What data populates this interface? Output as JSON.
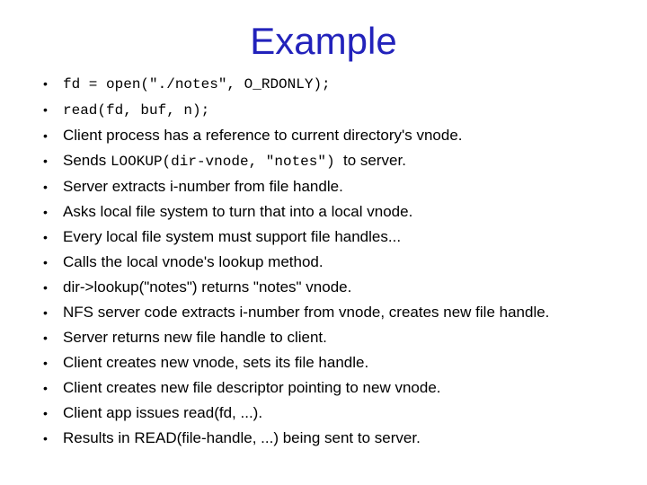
{
  "slide": {
    "title": "Example",
    "title_color": "#2222BB",
    "bullet_glyph": "•",
    "bullets": [
      {
        "segments": [
          {
            "t": "code",
            "text": "fd = open(\"./notes\", O_RDONLY);"
          }
        ]
      },
      {
        "segments": [
          {
            "t": "code",
            "text": "read(fd, buf, n);"
          }
        ]
      },
      {
        "segments": [
          {
            "t": "text",
            "text": "Client process has a reference to current directory's vnode."
          }
        ]
      },
      {
        "segments": [
          {
            "t": "text",
            "text": "Sends "
          },
          {
            "t": "code",
            "text": "LOOKUP(dir-vnode, \"notes\")"
          },
          {
            "t": "text",
            "text": "  to server."
          }
        ]
      },
      {
        "segments": [
          {
            "t": "text",
            "text": "Server extracts i-number from file handle."
          }
        ]
      },
      {
        "segments": [
          {
            "t": "text",
            "text": "Asks local file system to turn that into a local vnode."
          }
        ]
      },
      {
        "segments": [
          {
            "t": "text",
            "text": "Every local file system must support file handles..."
          }
        ]
      },
      {
        "segments": [
          {
            "t": "text",
            "text": "Calls the local vnode's lookup method."
          }
        ]
      },
      {
        "segments": [
          {
            "t": "text",
            "text": "dir->lookup(\"notes\") returns \"notes\" vnode."
          }
        ]
      },
      {
        "segments": [
          {
            "t": "text",
            "text": "NFS server code extracts i-number from vnode, creates new file handle."
          }
        ]
      },
      {
        "segments": [
          {
            "t": "text",
            "text": "Server returns new file handle to client."
          }
        ]
      },
      {
        "segments": [
          {
            "t": "text",
            "text": "Client creates new vnode, sets its file handle."
          }
        ]
      },
      {
        "segments": [
          {
            "t": "text",
            "text": "Client creates new file descriptor pointing to new vnode."
          }
        ]
      },
      {
        "segments": [
          {
            "t": "text",
            "text": "Client app issues read(fd, ...)."
          }
        ]
      },
      {
        "segments": [
          {
            "t": "text",
            "text": "Results in READ(file-handle, ...) being sent to server."
          }
        ]
      }
    ]
  }
}
